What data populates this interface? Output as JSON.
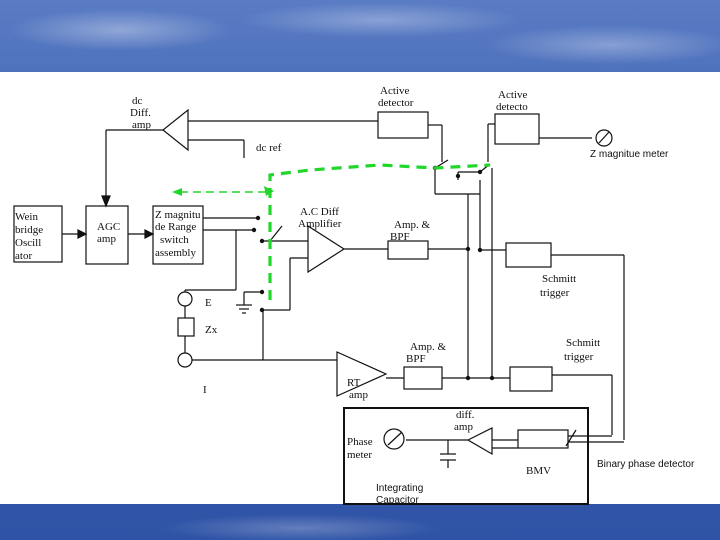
{
  "labels": {
    "dc_diff_amp": [
      "dc",
      "Diff.",
      "amp"
    ],
    "active_detector_1": [
      "Active",
      "detector"
    ],
    "active_detector_2": [
      "Active",
      "detecto"
    ],
    "dc_ref": "dc ref",
    "z_meter": "Z magnitue meter",
    "wein_bridge": [
      "Wein",
      "bridge",
      "Oscill",
      "ator"
    ],
    "agc_amp": [
      "AGC",
      "amp"
    ],
    "z_switch": [
      "Z magnitu",
      "de Range",
      "switch",
      "assembly"
    ],
    "ac_diff_amp": [
      "A.C Diff",
      "Amplifier"
    ],
    "amp_bpf_1": [
      "Amp. &",
      "BPF"
    ],
    "schmitt_1": [
      "Schmitt",
      "trigger"
    ],
    "source_e": "E",
    "zx": "Zx",
    "ground_i": "I",
    "amp_bpf_2": [
      "Amp.  &",
      "BPF"
    ],
    "schmitt_2": [
      "Schmitt",
      "trigger"
    ],
    "rt_amp": [
      "RT",
      "amp"
    ],
    "diff_amp_2": [
      "diff.",
      "amp"
    ],
    "phase_meter": [
      "Phase",
      "meter"
    ],
    "bmv": "BMV",
    "binary_phase_detector": "Binary phase detector",
    "integrating_capacitor": [
      "Integrating",
      "Capacitor"
    ]
  }
}
